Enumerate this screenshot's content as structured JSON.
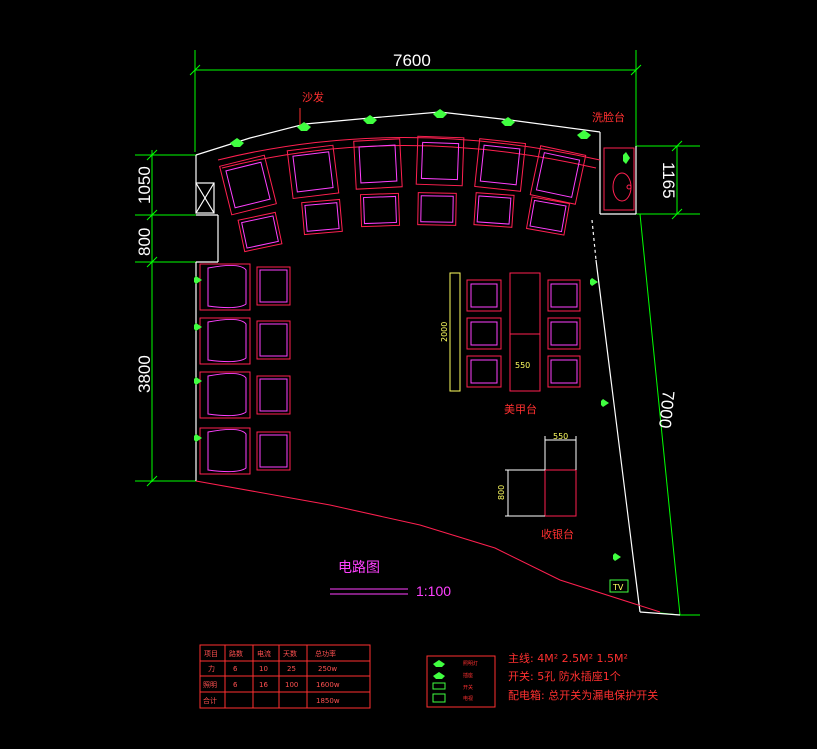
{
  "dimensions": {
    "top_width": "7600",
    "left_top": "1050",
    "left_mid": "800",
    "left_bottom": "3800",
    "right_top": "1165",
    "right_diagonal": "7000",
    "bar_height": "2000",
    "bar_width": "550",
    "cashier_width": "550",
    "cashier_depth": "800"
  },
  "labels": {
    "sofa": "沙发",
    "wash_basin": "洗脸台",
    "nail_bar": "美甲台",
    "cashier": "收银台",
    "tv": "TV",
    "circuit_title": "电路图",
    "scale": "1:100"
  },
  "table": {
    "headers": [
      "项目",
      "路数",
      "电流",
      "天数",
      "总功率"
    ],
    "rows": [
      [
        "力",
        "6",
        "10",
        "25",
        "250w"
      ],
      [
        "照明",
        "6",
        "16",
        "100",
        "1600w"
      ],
      [
        "合计",
        "",
        "",
        "",
        "1850w"
      ]
    ]
  },
  "legend": {
    "items": [
      "照明灯",
      "插座",
      "开关",
      "电视"
    ],
    "notes": [
      "主线: 4M²  2.5M²  1.5M²",
      "开关: 5孔  防水插座1个",
      "配电箱: 总开关为漏电保护开关"
    ]
  },
  "colors": {
    "background": "#000000",
    "dimension": "#00ff00",
    "wall": "#ffffff",
    "furniture": "#ff2050",
    "cushion": "#ff40ff",
    "lamp": "#40ff40"
  }
}
